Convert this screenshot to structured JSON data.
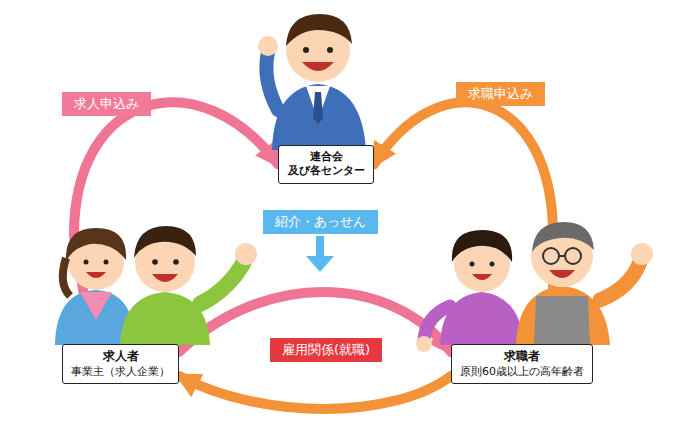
{
  "diagram": {
    "nodes": [
      {
        "text": [
          "連合会 及び各センター"
        ]
      },
      {
        "text": [
          "求人者",
          "事業主（求人企業）"
        ]
      },
      {
        "text": [
          "求職者",
          "原則60歳以上の高年齢者"
        ]
      }
    ],
    "edges": [
      {
        "from": 1,
        "to": 0,
        "arrow": "to",
        "label": "求人申込み"
      },
      {
        "from": 2,
        "to": 0,
        "arrow": "to",
        "label": "求職申込み"
      },
      {
        "from": 1,
        "to": 2,
        "arrow": "to",
        "label": "雇用関係(就職)"
      },
      {
        "from": 2,
        "to": 1,
        "arrow": "to"
      }
    ],
    "labels": [
      "紹介・あっせん"
    ]
  }
}
